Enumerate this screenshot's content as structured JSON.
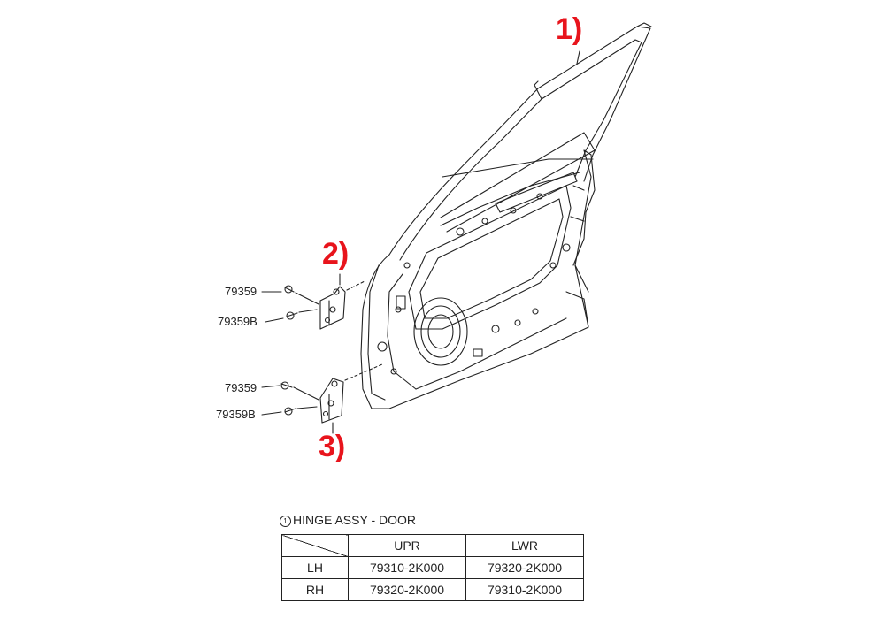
{
  "callouts": {
    "door": "1)",
    "upper_hinge": "2)",
    "lower_hinge": "3)"
  },
  "part_numbers": {
    "upper_bolt": "79359",
    "upper_bolt_b": "79359B",
    "lower_bolt": "79359",
    "lower_bolt_b": "79359B"
  },
  "table": {
    "title_mark": "1",
    "title": "HINGE ASSY - DOOR",
    "headers": [
      "",
      "UPR",
      "LWR"
    ],
    "rows": [
      [
        "LH",
        "79310-2K000",
        "79320-2K000"
      ],
      [
        "RH",
        "79320-2K000",
        "79310-2K000"
      ]
    ]
  },
  "colors": {
    "callout": "#e8141c",
    "line": "#222222"
  }
}
